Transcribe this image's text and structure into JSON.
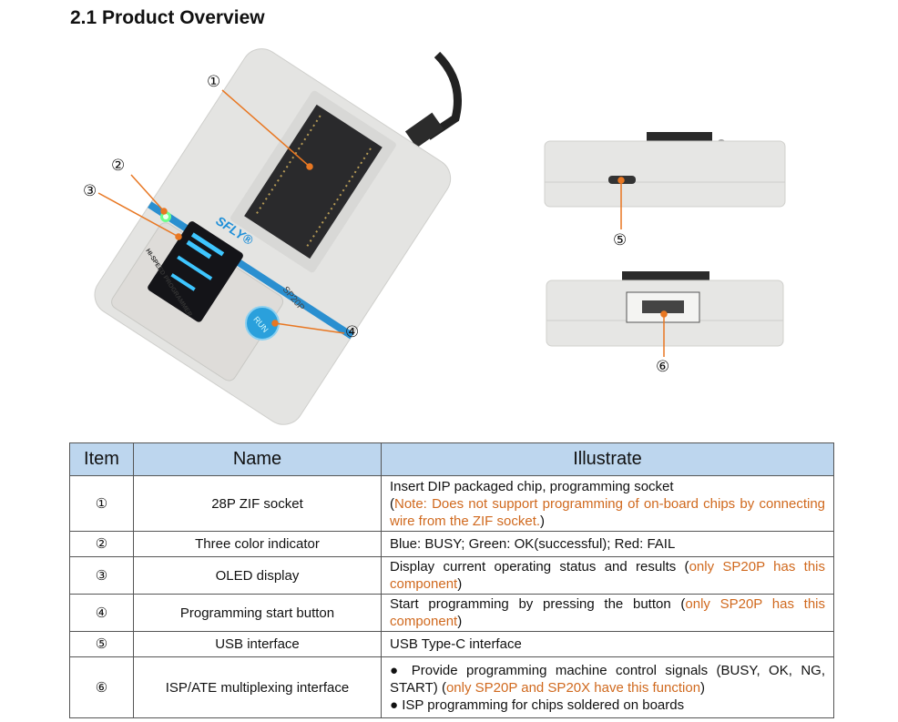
{
  "title": "2.1 Product Overview",
  "device": {
    "brand": "SFLY®",
    "model": "SP20P",
    "side_label": "HI-SPEED PROGRAMMER",
    "button": "RUN"
  },
  "callouts": [
    "①",
    "②",
    "③",
    "④",
    "⑤",
    "⑥"
  ],
  "colors": {
    "accent": "#e87722",
    "header_bg": "#bdd6ee",
    "note": "#d0691e"
  },
  "table": {
    "headers": [
      "Item",
      "Name",
      "Illustrate"
    ],
    "rows": [
      {
        "item": "①",
        "name": "28P ZIF socket",
        "text": "Insert DIP packaged chip, programming socket",
        "open": "(",
        "note": "Note: Does not support programming of on-board chips by connecting wire from the ZIF socket.",
        "close": ")"
      },
      {
        "item": "②",
        "name": "Three color indicator",
        "text": "Blue: BUSY; Green: OK(successful); Red: FAIL"
      },
      {
        "item": "③",
        "name": "OLED display",
        "text": "Display current operating status and results (",
        "note": "only SP20P has this component",
        "close": ")"
      },
      {
        "item": "④",
        "name": "Programming start button",
        "text": "Start programming by pressing the button (",
        "note": "only SP20P has this component",
        "close": ")"
      },
      {
        "item": "⑤",
        "name": "USB interface",
        "text": "USB Type-C interface"
      },
      {
        "item": "⑥",
        "name": "ISP/ATE multiplexing interface",
        "text": "● Provide programming machine control signals (BUSY, OK, NG, START) (",
        "note": "only SP20P and SP20X have this function",
        "close": ")",
        "text2": "● ISP programming for chips soldered on boards"
      }
    ]
  }
}
